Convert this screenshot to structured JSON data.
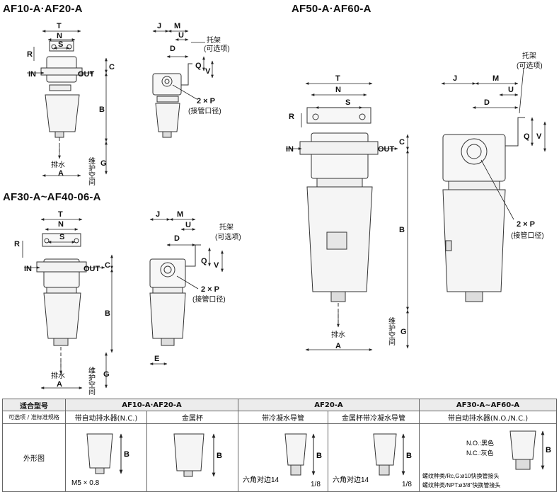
{
  "titles": {
    "af10_20": "AF10-A·AF20-A",
    "af50_60": "AF50-A·AF60-A",
    "af30_40": "AF30-A~AF40-06-A"
  },
  "dims": {
    "T": "T",
    "N": "N",
    "S": "S",
    "R": "R",
    "IN": "IN",
    "OUT": "OUT",
    "C": "C",
    "B": "B",
    "A": "A",
    "G": "G",
    "J": "J",
    "M": "M",
    "D": "D",
    "U": "U",
    "Q": "Q",
    "V": "V",
    "E": "E",
    "port": "2 × P"
  },
  "labels": {
    "bracket": "托架",
    "optional": "(可选项)",
    "piping": "(接管口径)",
    "drain": "排水",
    "maintenance": "维护空间"
  },
  "table": {
    "row_label_model": "适合型号",
    "row_label_option": "可选项 / 准标准规格",
    "row_label_outline": "外形图",
    "groups": [
      "AF10-A·AF20-A",
      "AF20-A",
      "AF30-A~AF60-A"
    ],
    "options": [
      "带自动排水器(N.C.)",
      "金属杯",
      "带冷凝水导管",
      "金属杯带冷凝水导管",
      "带自动排水器(N.O./N.C.)"
    ],
    "notes": {
      "m5": "M5 × 0.8",
      "hex": "六角对边14",
      "eighth": "1/8",
      "no": "N.O.:黑色",
      "nc": "N.C.:灰色",
      "rc": "螺纹种类/Rc,G:ø10快换管接头",
      "npt": "螺纹种类/NPT:ø3/8\"快换管接头",
      "B": "B"
    }
  }
}
